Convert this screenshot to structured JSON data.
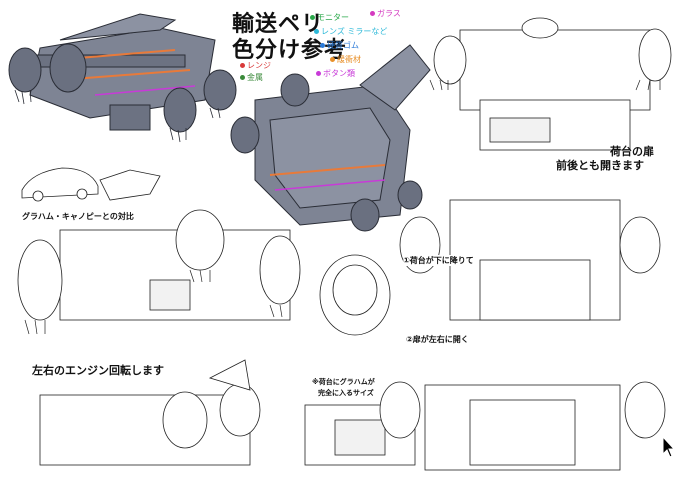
{
  "title": {
    "line1": "輸送ペリ",
    "line2": "色分け参考"
  },
  "legend": [
    {
      "text": "モニター",
      "color": "#2aa84a"
    },
    {
      "text": "ガラス",
      "color": "#d43ac0"
    },
    {
      "text": "レンズ ミラーなど",
      "color": "#2bb8d8"
    },
    {
      "text": "硬質ゴム",
      "color": "#2a7ad8"
    },
    {
      "text": "緩衝材",
      "color": "#e8902a"
    },
    {
      "text": "レンジ",
      "color": "#d83a3a"
    },
    {
      "text": "ボタン類",
      "color": "#c83ad8"
    },
    {
      "text": "金属",
      "color": "#3a8a3a"
    }
  ],
  "labels": {
    "size_compare": "グラハム・キャノピーとの対比",
    "door_line1": "荷台の扉",
    "door_line2": "前後とも開きます",
    "step1": "①荷台が下に降りて",
    "step2": "②扉が左右に開く",
    "engine": "左右のエンジン回転します",
    "graham_line1": "※荷台にグラハムが",
    "graham_line2": "完全に入るサイズ"
  },
  "colors": {
    "hull": "#7e8494",
    "hull_dark": "#5c6272",
    "accent": "#e87a3a",
    "line": "#222222"
  }
}
